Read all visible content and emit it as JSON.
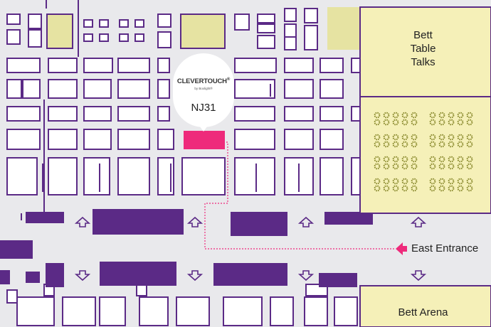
{
  "labels": {
    "table_talks": [
      "Bett",
      "Table",
      "Talks"
    ],
    "arena": "Bett Arena",
    "entrance": "East Entrance"
  },
  "pin": {
    "brand": "CLEVERTOUCH",
    "brand_mark": "®",
    "sub": "by Boxlight®",
    "stand": "NJ31"
  },
  "colors": {
    "background": "#e9e9ec",
    "stand_outline": "#5b2a86",
    "block_fill": "#5b2a86",
    "highlight_stand": "#ee2a7b",
    "feature_zone": "#f5f0b8",
    "feature_zone_dark": "#e6e3a2",
    "route": "#ee2a7b",
    "icon_table": "#8a8a2e"
  },
  "icons": [
    "up-arrow-icon",
    "down-arrow-icon",
    "entrance-arrow-icon",
    "round-table-icon",
    "location-pin-icon"
  ]
}
